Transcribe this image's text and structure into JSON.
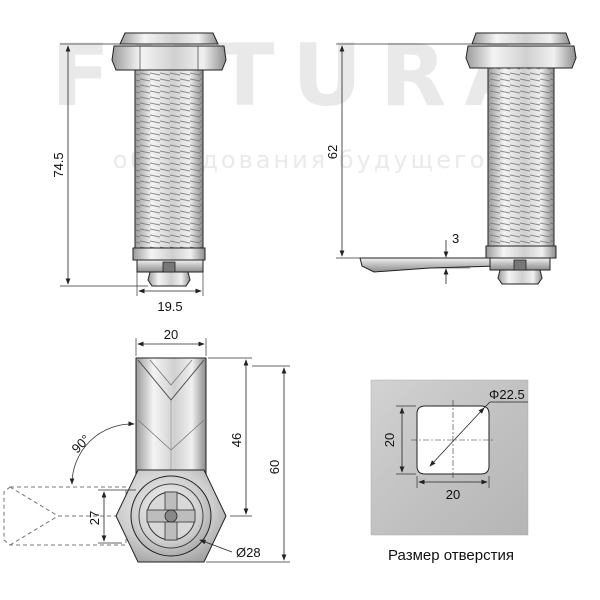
{
  "watermark": {
    "brand": "FUTURA",
    "slogan": "оборудования будущего"
  },
  "dimensions": {
    "side_height": "74.5",
    "side_width": "19.5",
    "profile_height": "62",
    "profile_cam_thickness": "3",
    "front_width": "20",
    "front_inner_height": "46",
    "front_total_height": "60",
    "front_nut_height": "27",
    "front_nut_diameter": "Ø28",
    "rotation_angle": "90°"
  },
  "cutout": {
    "diameter": "Φ22.5",
    "height": "20",
    "width": "20",
    "caption": "Размер отверстия"
  },
  "colors": {
    "metal_light": "#f2f2f2",
    "metal_mid": "#c9c9c9",
    "metal_dark": "#8a8a8a",
    "plate": "#c4c4c4",
    "line": "#222222"
  }
}
